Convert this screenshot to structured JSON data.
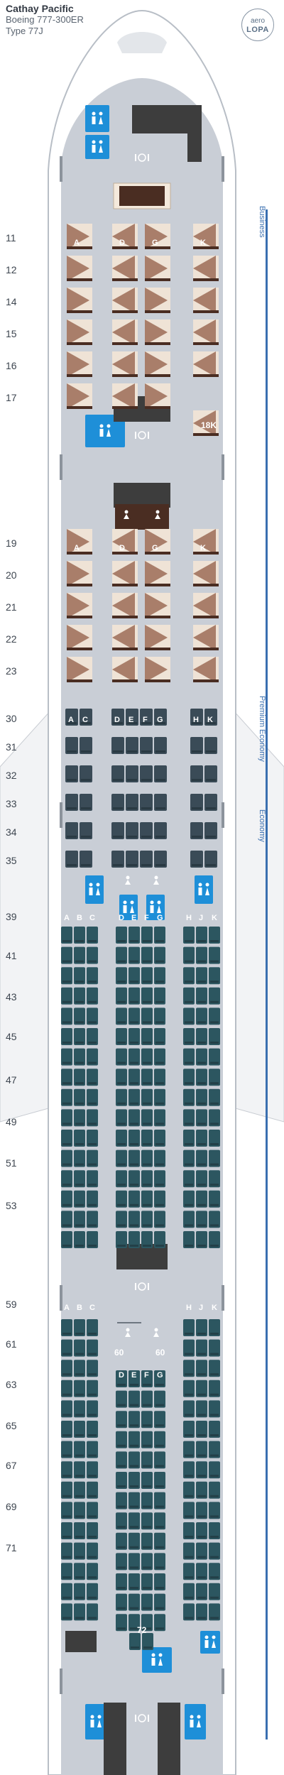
{
  "header": {
    "airline": "Cathay Pacific",
    "aircraft": "Boeing 777-300ER",
    "type": "Type 77J"
  },
  "logo": {
    "line1": "aero",
    "line2": "LOPA"
  },
  "sections": {
    "business": "Business",
    "premium": "Premium Economy",
    "economy": "Economy"
  },
  "row_labels": [
    "11",
    "12",
    "14",
    "15",
    "16",
    "17",
    "19",
    "20",
    "21",
    "22",
    "23",
    "30",
    "31",
    "32",
    "33",
    "34",
    "35",
    "39",
    "41",
    "43",
    "45",
    "47",
    "49",
    "51",
    "53",
    "59",
    "61",
    "63",
    "65",
    "67",
    "69",
    "71"
  ],
  "seat_letters": {
    "business": [
      "A",
      "D",
      "G",
      "K"
    ],
    "premium": [
      "A",
      "C",
      "D",
      "E",
      "F",
      "G",
      "H",
      "K"
    ],
    "economy": [
      "A",
      "B",
      "C",
      "D",
      "E",
      "F",
      "G",
      "H",
      "J",
      "K"
    ]
  },
  "special_labels": {
    "row18": "18K",
    "row60_left": "60",
    "row60_right": "60",
    "row72": "72"
  },
  "colors": {
    "cabin": "#c9ced6",
    "business_seat": "#a97e6a",
    "business_dark": "#4a2d22",
    "premium_seat": "#3a4b57",
    "economy_seat": "#2c5660",
    "lavatory": "#1e8fd8",
    "galley": "#3d3d3d",
    "section_bar": "#3a6fb0"
  },
  "icons": [
    "lavatory-icon",
    "accessible-lavatory-icon",
    "galley-icon",
    "crew-icon",
    "baby-changing-icon"
  ]
}
